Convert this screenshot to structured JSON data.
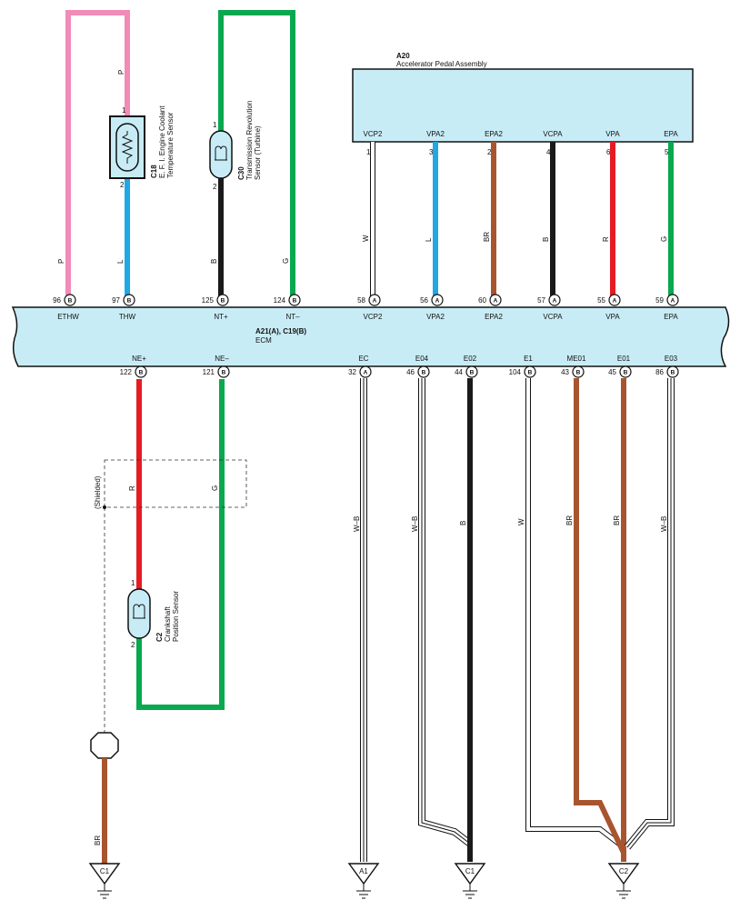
{
  "colors": {
    "pink": "#f28bb8",
    "green": "#0aa84f",
    "blue": "#1fa8e4",
    "black": "#1a1a1a",
    "brown": "#a8552f",
    "red": "#e51c23",
    "white": "#ffffff",
    "component_fill": "#c8ecf6"
  },
  "accelerator": {
    "code": "A20",
    "name": "Accelerator Pedal Assembly",
    "terminals": [
      {
        "label": "VCP2",
        "pin": "1",
        "color_code": "W"
      },
      {
        "label": "VPA2",
        "pin": "3",
        "color_code": "L"
      },
      {
        "label": "EPA2",
        "pin": "2",
        "color_code": "BR"
      },
      {
        "label": "VCPA",
        "pin": "4",
        "color_code": "B"
      },
      {
        "label": "VPA",
        "pin": "6",
        "color_code": "R"
      },
      {
        "label": "EPA",
        "pin": "5",
        "color_code": "G"
      }
    ]
  },
  "ecm": {
    "code": "A21(A), C19(B)",
    "name": "ECM",
    "top_pins": [
      {
        "label": "ETHW",
        "num": "96",
        "conn": "B",
        "color_code": "P"
      },
      {
        "label": "THW",
        "num": "97",
        "conn": "B",
        "color_code": "L"
      },
      {
        "label": "NT+",
        "num": "125",
        "conn": "B",
        "color_code": "B"
      },
      {
        "label": "NT–",
        "num": "124",
        "conn": "B",
        "color_code": "G"
      },
      {
        "label": "VCP2",
        "num": "58",
        "conn": "A"
      },
      {
        "label": "VPA2",
        "num": "56",
        "conn": "A"
      },
      {
        "label": "EPA2",
        "num": "60",
        "conn": "A"
      },
      {
        "label": "VCPA",
        "num": "57",
        "conn": "A"
      },
      {
        "label": "VPA",
        "num": "55",
        "conn": "A"
      },
      {
        "label": "EPA",
        "num": "59",
        "conn": "A"
      }
    ],
    "bottom_pins": [
      {
        "label": "NE+",
        "num": "122",
        "conn": "B",
        "color_code": "R"
      },
      {
        "label": "NE–",
        "num": "121",
        "conn": "B",
        "color_code": "G"
      },
      {
        "label": "EC",
        "num": "32",
        "conn": "A",
        "color_code": "W–B"
      },
      {
        "label": "E04",
        "num": "46",
        "conn": "B",
        "color_code": "W–B"
      },
      {
        "label": "E02",
        "num": "44",
        "conn": "B",
        "color_code": "B"
      },
      {
        "label": "E1",
        "num": "104",
        "conn": "B",
        "color_code": "W"
      },
      {
        "label": "ME01",
        "num": "43",
        "conn": "B",
        "color_code": "BR"
      },
      {
        "label": "E01",
        "num": "45",
        "conn": "B",
        "color_code": "BR"
      },
      {
        "label": "E03",
        "num": "86",
        "conn": "B",
        "color_code": "W–B"
      }
    ]
  },
  "sensors": {
    "coolant": {
      "code": "C18",
      "name_line1": "E. F. I. Engine Coolant",
      "name_line2": "Temperature Sensor",
      "pin_top": "1",
      "pin_bottom": "2"
    },
    "turbine": {
      "code": "C30",
      "name_line1": "Transmission Revolution",
      "name_line2": "Sensor (Turbine)",
      "pin_top": "1",
      "pin_bottom": "2"
    },
    "crank": {
      "code": "C2",
      "name_line1": "Crankshaft",
      "name_line2": "Position Sensor",
      "pin_top": "1",
      "pin_bottom": "2"
    }
  },
  "shield": {
    "label": "(Shielded)"
  },
  "grounds": [
    {
      "label": "C1",
      "wire": "BR"
    },
    {
      "label": "A1"
    },
    {
      "label": "C1"
    },
    {
      "label": "C2"
    }
  ],
  "wire_codes": {
    "pink_top": "P",
    "pink_low": "P",
    "blue": "L",
    "black": "B",
    "green_top": "G",
    "ne_plus": "R",
    "ne_minus": "G"
  }
}
